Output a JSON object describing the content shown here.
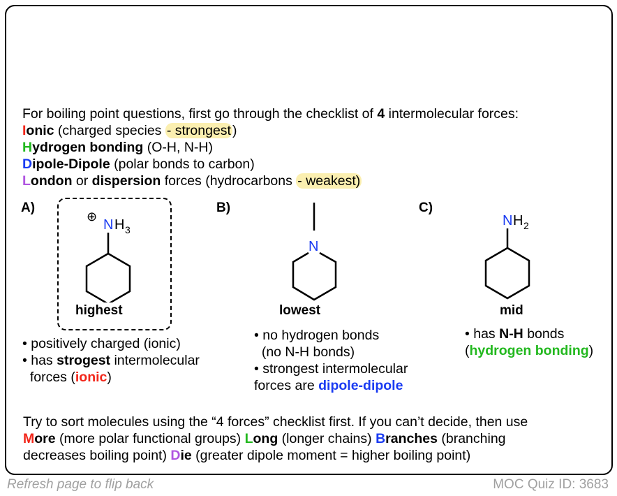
{
  "intro": {
    "text": "For boiling point questions, first go through the checklist of ",
    "num": "4",
    "rest": " intermolecular forces:"
  },
  "forces": [
    {
      "letter": "I",
      "bold": "onic",
      "text": " (charged species ",
      "hl": "- strongest",
      "end": ")"
    },
    {
      "letter": "H",
      "bold": "ydrogen bonding",
      "text": " (O-H, N-H)"
    },
    {
      "letter": "D",
      "bold": "ipole-Dipole",
      "text": " (polar bonds to carbon)"
    },
    {
      "letter": "L",
      "bold": "ondon",
      "mid": " or ",
      "bold2": "dispersion",
      "text": " forces (hydrocarbons ",
      "hl": "- weakest)"
    }
  ],
  "molecules": [
    {
      "label": "A)",
      "atom": "N",
      "sub": "H",
      "subn": "3",
      "charge": "⊕",
      "rank": "highest",
      "notes": [
        "• positively charged (ionic)"
      ],
      "n2a": "• has ",
      "n2b": "strogest",
      "n2c": " intermolecular",
      "n3a": "  forces (",
      "n3b": "ionic",
      "n3c": ")"
    },
    {
      "label": "B)",
      "atom": "N",
      "rank": "lowest",
      "notes": [
        "• no hydrogen bonds",
        "  (no N-H bonds)",
        "• strongest intermolecular"
      ],
      "n4a": "forces are ",
      "n4b": "dipole-dipole"
    },
    {
      "label": "C)",
      "atom": "N",
      "sub": "H",
      "subn": "2",
      "rank": "mid",
      "n1a": "• has ",
      "n1b": "N-H",
      "n1c": " bonds",
      "n2a": "(",
      "n2b": "hydrogen bonding",
      "n2c": ")"
    }
  ],
  "mnemonic": {
    "l1": "Try to sort molecules using the “4 forces” checklist first. If you can’t decide, then use",
    "M": "M",
    "ore": "ore",
    "t1": " (more polar functional groups) ",
    "L": "L",
    "ong": "ong",
    "t2": " (longer chains) ",
    "B": "B",
    "ranches": "ranches",
    "t3": " (branching",
    "l3a": "decreases boiling point) ",
    "D": "D",
    "ie": "ie",
    "t4": " (greater dipole moment = higher boiling point)"
  },
  "footer": {
    "left": "Refresh page to flip back",
    "right": "MOC Quiz ID: 3683"
  },
  "colors": {
    "red": "#f2261a",
    "green": "#22b81e",
    "blue": "#1a3bf2",
    "purple": "#b055e0",
    "highlight": "#fbefb0"
  }
}
